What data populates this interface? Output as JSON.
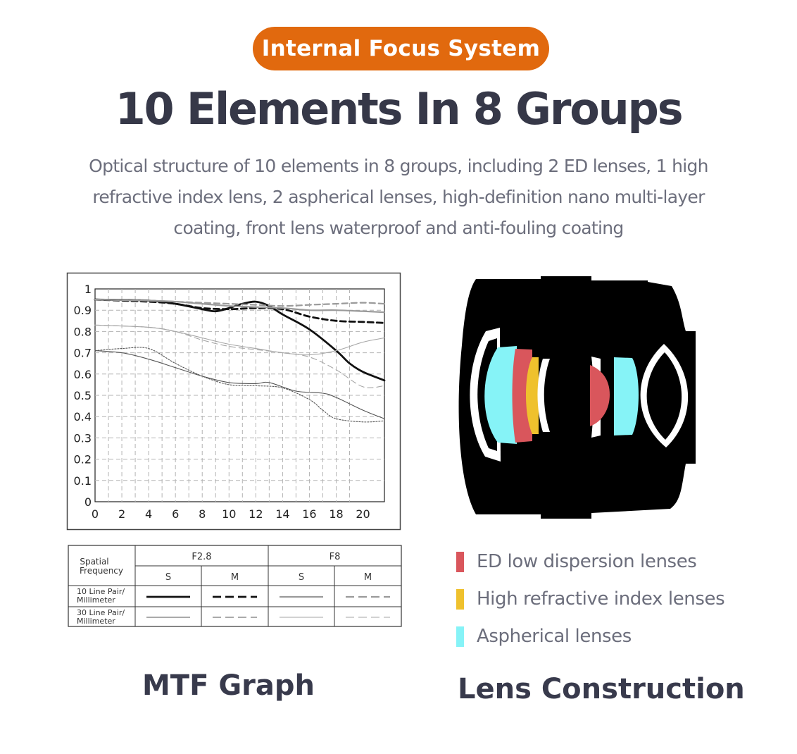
{
  "header": {
    "badge": "Internal Focus System",
    "title": "10 Elements In 8 Groups",
    "description_lines": [
      "Optical structure of 10 elements in 8 groups, including 2 ED lenses, 1 high",
      "refractive index lens, 2 aspherical lenses, high-definition nano multi-layer",
      "coating, front lens waterproof and anti-fouling coating"
    ]
  },
  "chart_data": {
    "type": "line",
    "title": "MTF Graph",
    "xlim": [
      0,
      21.6
    ],
    "ylim": [
      0,
      1
    ],
    "x_ticks": [
      "0",
      "2",
      "4",
      "6",
      "8",
      "10",
      "12",
      "14",
      "16",
      "18",
      "20"
    ],
    "y_ticks": [
      "0",
      "0.1",
      "0.2",
      "0.3",
      "0.4",
      "0.5",
      "0.6",
      "0.7",
      "0.8",
      "0.9",
      "1"
    ],
    "grid": true,
    "series": [
      {
        "name": "F2.8 S 10 Line Pair/Millimeter",
        "color": "#111111",
        "style": "solid",
        "weight": "bold",
        "points": [
          [
            0,
            0.95
          ],
          [
            4,
            0.945
          ],
          [
            6,
            0.93
          ],
          [
            8,
            0.905
          ],
          [
            9,
            0.895
          ],
          [
            10,
            0.91
          ],
          [
            11,
            0.93
          ],
          [
            12,
            0.94
          ],
          [
            13,
            0.92
          ],
          [
            14,
            0.88
          ],
          [
            16,
            0.81
          ],
          [
            18,
            0.71
          ],
          [
            19,
            0.65
          ],
          [
            20,
            0.61
          ],
          [
            21.6,
            0.57
          ]
        ]
      },
      {
        "name": "F2.8 M 10 Line Pair/Millimeter",
        "color": "#111111",
        "style": "dashed",
        "weight": "bold",
        "points": [
          [
            0,
            0.95
          ],
          [
            4,
            0.94
          ],
          [
            6,
            0.93
          ],
          [
            8,
            0.91
          ],
          [
            10,
            0.905
          ],
          [
            12,
            0.91
          ],
          [
            14,
            0.905
          ],
          [
            16,
            0.87
          ],
          [
            18,
            0.85
          ],
          [
            20,
            0.845
          ],
          [
            21.6,
            0.84
          ]
        ]
      },
      {
        "name": "F8 S 10 Line Pair/Millimeter",
        "color": "#9a9a9a",
        "style": "solid",
        "weight": "medium",
        "points": [
          [
            0,
            0.95
          ],
          [
            4,
            0.945
          ],
          [
            6,
            0.94
          ],
          [
            8,
            0.93
          ],
          [
            10,
            0.92
          ],
          [
            12,
            0.915
          ],
          [
            14,
            0.91
          ],
          [
            16,
            0.9
          ],
          [
            18,
            0.9
          ],
          [
            20,
            0.895
          ],
          [
            21.6,
            0.89
          ]
        ]
      },
      {
        "name": "F8 M 10 Line Pair/Millimeter",
        "color": "#9a9a9a",
        "style": "dashed",
        "weight": "medium",
        "points": [
          [
            0,
            0.95
          ],
          [
            4,
            0.945
          ],
          [
            6,
            0.94
          ],
          [
            8,
            0.935
          ],
          [
            10,
            0.93
          ],
          [
            12,
            0.925
          ],
          [
            14,
            0.92
          ],
          [
            16,
            0.925
          ],
          [
            18,
            0.93
          ],
          [
            20,
            0.935
          ],
          [
            21.6,
            0.93
          ]
        ]
      },
      {
        "name": "F2.8 S 30 Line Pair/Millimeter",
        "color": "#555555",
        "style": "solid",
        "weight": "thin",
        "points": [
          [
            0,
            0.71
          ],
          [
            2,
            0.7
          ],
          [
            4,
            0.67
          ],
          [
            6,
            0.63
          ],
          [
            8,
            0.59
          ],
          [
            10,
            0.56
          ],
          [
            12,
            0.555
          ],
          [
            13,
            0.56
          ],
          [
            15,
            0.52
          ],
          [
            17,
            0.51
          ],
          [
            18,
            0.49
          ],
          [
            20,
            0.43
          ],
          [
            21.6,
            0.39
          ]
        ]
      },
      {
        "name": "F2.8 M 30 Line Pair/Millimeter",
        "color": "#555555",
        "style": "dotted",
        "weight": "thin",
        "points": [
          [
            0,
            0.71
          ],
          [
            2,
            0.72
          ],
          [
            4,
            0.72
          ],
          [
            6,
            0.65
          ],
          [
            8,
            0.59
          ],
          [
            10,
            0.55
          ],
          [
            12,
            0.545
          ],
          [
            14,
            0.535
          ],
          [
            16,
            0.48
          ],
          [
            17,
            0.43
          ],
          [
            18,
            0.39
          ],
          [
            20,
            0.375
          ],
          [
            21.6,
            0.38
          ]
        ]
      },
      {
        "name": "F8 S 30 Line Pair/Millimeter",
        "color": "#a6a6a6",
        "style": "solid",
        "weight": "thin",
        "points": [
          [
            0,
            0.83
          ],
          [
            4,
            0.82
          ],
          [
            6,
            0.8
          ],
          [
            8,
            0.77
          ],
          [
            10,
            0.74
          ],
          [
            12,
            0.72
          ],
          [
            14,
            0.7
          ],
          [
            16,
            0.69
          ],
          [
            18,
            0.71
          ],
          [
            20,
            0.75
          ],
          [
            21.6,
            0.77
          ]
        ]
      },
      {
        "name": "F8 M 30 Line Pair/Millimeter",
        "color": "#a6a6a6",
        "style": "dashed",
        "weight": "thin",
        "points": [
          [
            0,
            0.83
          ],
          [
            4,
            0.82
          ],
          [
            6,
            0.8
          ],
          [
            8,
            0.76
          ],
          [
            10,
            0.73
          ],
          [
            12,
            0.715
          ],
          [
            14,
            0.7
          ],
          [
            16,
            0.68
          ],
          [
            18,
            0.62
          ],
          [
            20,
            0.54
          ],
          [
            21.6,
            0.545
          ]
        ]
      }
    ]
  },
  "mtf_table": {
    "row_header": "Spatial Frequency",
    "groups": [
      {
        "label": "F2.8",
        "cols": [
          "S",
          "M"
        ]
      },
      {
        "label": "F8",
        "cols": [
          "S",
          "M"
        ]
      }
    ],
    "rows": [
      {
        "label": "10 Line Pair/ Millimeter"
      },
      {
        "label": "30 Line Pair/ Millimeter"
      }
    ]
  },
  "legend": [
    {
      "label": "ED low dispersion lenses",
      "color": "#d9565c"
    },
    {
      "label": "High refractive index lenses",
      "color": "#efc12d"
    },
    {
      "label": "Aspherical lenses",
      "color": "#86f3f7"
    }
  ],
  "captions": {
    "mtf": "MTF Graph",
    "lens": "Lens Construction"
  }
}
